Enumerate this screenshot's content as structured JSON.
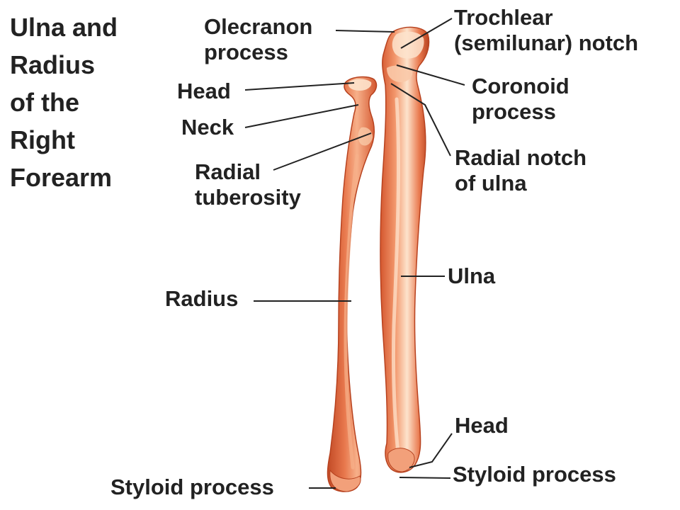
{
  "title_lines": [
    "Ulna and",
    "Radius",
    "of the",
    "Right",
    "Forearm"
  ],
  "labels": {
    "olecranon_process": [
      "Olecranon",
      "process"
    ],
    "trochlear_notch": [
      "Trochlear",
      "(semilunar) notch"
    ],
    "radial_head": "Head",
    "coronoid_process": [
      "Coronoid",
      "process"
    ],
    "radial_neck": "Neck",
    "radial_notch_of_ulna": [
      "Radial notch",
      "of ulna"
    ],
    "radial_tuberosity": [
      "Radial",
      "tuberosity"
    ],
    "ulna": "Ulna",
    "radius": "Radius",
    "ulnar_head": "Head",
    "radial_styloid_process": "Styloid process",
    "ulnar_styloid_process": "Styloid process"
  },
  "colors": {
    "bone": "#e0623a",
    "bone_light": "#f4a37b",
    "bone_highlight": "#fde3cc",
    "bone_shadow": "#b7421f",
    "leader_line": "#222222",
    "text": "#222222"
  }
}
